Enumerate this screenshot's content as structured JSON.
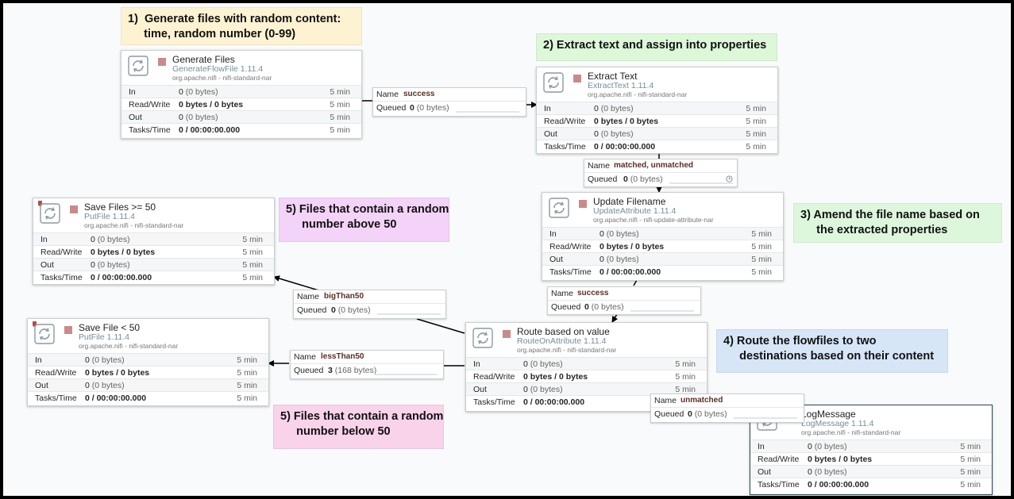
{
  "labels": [
    {
      "id": "l1",
      "lines": [
        "1)  Generate files with random content:",
        "     time, random number (0-99)"
      ],
      "color": "#fdf2d2"
    },
    {
      "id": "l2",
      "lines": [
        "2) Extract text and assign into properties"
      ],
      "color": "#ddf7d9"
    },
    {
      "id": "l3",
      "lines": [
        "3) Amend the file name based on",
        "     the extracted properties"
      ],
      "color": "#ddf7dd"
    },
    {
      "id": "l4",
      "lines": [
        "4) Route the flowfiles to two",
        "     destinations based on their content"
      ],
      "color": "#d6e6f7"
    },
    {
      "id": "l5a",
      "lines": [
        "5) Files that contain a random",
        "     number above 50"
      ],
      "color": "#f3d3f7"
    },
    {
      "id": "l5b",
      "lines": [
        "5) Files that contain a random",
        "     number below 50"
      ],
      "color": "#f8d3ea"
    }
  ],
  "processors": [
    {
      "id": "generate",
      "name": "Generate Files",
      "type": "GenerateFlowFile 1.11.4",
      "bundle": "org.apache.nifi - nifi-standard-nar",
      "status": "stopped",
      "invalid": false,
      "stats": {
        "in": "0",
        "in_b": "(0 bytes)",
        "rw": "0 bytes / 0 bytes",
        "out": "0",
        "out_b": "(0 bytes)",
        "tasks": "0 / 00:00:00.000",
        "window": "5 min"
      }
    },
    {
      "id": "extract",
      "name": "Extract Text",
      "type": "ExtractText 1.11.4",
      "bundle": "org.apache.nifi - nifi-standard-nar",
      "status": "stopped",
      "invalid": false,
      "stats": {
        "in": "0",
        "in_b": "(0 bytes)",
        "rw": "0 bytes / 0 bytes",
        "out": "0",
        "out_b": "(0 bytes)",
        "tasks": "0 / 00:00:00.000",
        "window": "5 min"
      }
    },
    {
      "id": "update",
      "name": "Update Filename",
      "type": "UpdateAttribute 1.11.4",
      "bundle": "org.apache.nifi - nifi-update-attribute-nar",
      "status": "stopped",
      "invalid": false,
      "stats": {
        "in": "0",
        "in_b": "(0 bytes)",
        "rw": "0 bytes / 0 bytes",
        "out": "0",
        "out_b": "(0 bytes)",
        "tasks": "0 / 00:00:00.000",
        "window": "5 min"
      }
    },
    {
      "id": "route",
      "name": "Route based on value",
      "type": "RouteOnAttribute 1.11.4",
      "bundle": "org.apache.nifi - nifi-standard-nar",
      "status": "stopped",
      "invalid": false,
      "stats": {
        "in": "0",
        "in_b": "(0 bytes)",
        "rw": "0 bytes / 0 bytes",
        "out": "0",
        "out_b": "(0 bytes)",
        "tasks": "0 / 00:00:00.000",
        "window": "5 min"
      }
    },
    {
      "id": "savebig",
      "name": "Save Files >= 50",
      "type": "PutFile 1.11.4",
      "bundle": "org.apache.nifi - nifi-standard-nar",
      "status": "stopped",
      "invalid": true,
      "stats": {
        "in": "0",
        "in_b": "(0 bytes)",
        "rw": "0 bytes / 0 bytes",
        "out": "0",
        "out_b": "(0 bytes)",
        "tasks": "0 / 00:00:00.000",
        "window": "5 min"
      }
    },
    {
      "id": "savesmall",
      "name": "Save File < 50",
      "type": "PutFile 1.11.4",
      "bundle": "org.apache.nifi - nifi-standard-nar",
      "status": "stopped",
      "invalid": true,
      "stats": {
        "in": "0",
        "in_b": "(0 bytes)",
        "rw": "0 bytes / 0 bytes",
        "out": "0",
        "out_b": "(0 bytes)",
        "tasks": "0 / 00:00:00.000",
        "window": "5 min"
      }
    },
    {
      "id": "log",
      "name": "LogMessage",
      "type": "LogMessage 1.11.4",
      "bundle": "org.apache.nifi - nifi-standard-nar",
      "status": "stopped",
      "invalid": false,
      "stats": {
        "in": "0",
        "in_b": "(0 bytes)",
        "rw": "0 bytes / 0 bytes",
        "out": "0",
        "out_b": "(0 bytes)",
        "tasks": "0 / 00:00:00.000",
        "window": "5 min"
      }
    }
  ],
  "row_labels": {
    "in": "In",
    "rw": "Read/Write",
    "out": "Out",
    "tasks": "Tasks/Time"
  },
  "conn_labels": {
    "name": "Name",
    "queued": "Queued"
  },
  "connections": [
    {
      "id": "c1",
      "name": "success",
      "queued": "0",
      "queued_b": "(0 bytes)",
      "expiry_icon": false
    },
    {
      "id": "c2",
      "name": "matched, unmatched",
      "queued": "0",
      "queued_b": "(0 bytes)",
      "expiry_icon": true
    },
    {
      "id": "c3",
      "name": "success",
      "queued": "0",
      "queued_b": "(0 bytes)",
      "expiry_icon": false
    },
    {
      "id": "c4",
      "name": "bigThan50",
      "queued": "0",
      "queued_b": "(0 bytes)",
      "expiry_icon": false
    },
    {
      "id": "c5",
      "name": "lessThan50",
      "queued": "3",
      "queued_b": "(168 bytes)",
      "expiry_icon": false
    },
    {
      "id": "c6",
      "name": "unmatched",
      "queued": "0",
      "queued_b": "(0 bytes)",
      "expiry_icon": false
    }
  ]
}
